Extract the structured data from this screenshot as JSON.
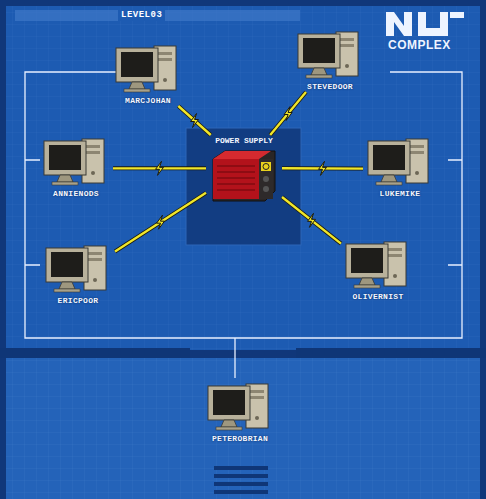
{
  "diagram": {
    "nodes": [
      {
        "text": [
          "POWER SUPPLY"
        ]
      },
      {
        "text": [
          "MARCJOHAN"
        ]
      },
      {
        "text": [
          "STEVEDOOR"
        ]
      },
      {
        "text": [
          "ANNIENODS"
        ]
      },
      {
        "text": [
          "LUKEMIKE"
        ]
      },
      {
        "text": [
          "ERICPOOR"
        ]
      },
      {
        "text": [
          "OLIVERNIST"
        ]
      },
      {
        "text": [
          "PETEROBRIAN"
        ]
      }
    ],
    "edges": [
      {
        "from": 0,
        "to": 1,
        "arrow": "none"
      },
      {
        "from": 0,
        "to": 2,
        "arrow": "none"
      },
      {
        "from": 0,
        "to": 3,
        "arrow": "none"
      },
      {
        "from": 0,
        "to": 4,
        "arrow": "none"
      },
      {
        "from": 0,
        "to": 5,
        "arrow": "none"
      },
      {
        "from": 0,
        "to": 6,
        "arrow": "none"
      }
    ],
    "labels": [
      "LEVEL03",
      "COMPLEX"
    ]
  }
}
